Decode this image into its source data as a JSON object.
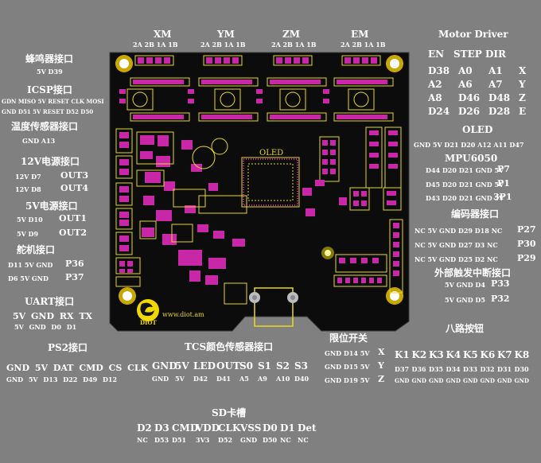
{
  "board": {
    "motor_headers": [
      "XM",
      "YM",
      "ZM",
      "EM"
    ],
    "motor_pins": "2A 2B 1A 1B",
    "oled_label": "OLED",
    "logo_text": "DIOT",
    "url": "www.diot.am",
    "colors": {
      "pcb": "#0c0c0c",
      "silk": "#e8d820",
      "pad": "#c828a8",
      "background": "#808080"
    }
  },
  "left": {
    "buzzer": {
      "title": "蜂鸣器接口",
      "pins": "5V D39"
    },
    "icsp": {
      "title": "ICSP接口",
      "top": "GDN MISO 5V RESET CLK MOSI",
      "bottom": "GND D51 5V RESET D52 D50"
    },
    "temp": {
      "title": "温度传感器接口",
      "pins": "GND  A13"
    },
    "v12": {
      "title": "12V电源接口",
      "row1_pins": "12V  D7",
      "row1_out": "OUT3",
      "row2_pins": "12V  D8",
      "row2_out": "OUT4"
    },
    "v5": {
      "title": "5V电源接口",
      "row1_pins": "5V D10",
      "row1_out": "OUT1",
      "row2_pins": "5V  D9",
      "row2_out": "OUT2"
    },
    "servo": {
      "title": "舵机接口",
      "row1_pins": "D11 5V GND",
      "row1_port": "P36",
      "row2_pins": "D6  5V GND",
      "row2_port": "P37"
    },
    "uart": {
      "title": "UART接口",
      "labels": "5V GND RX TX",
      "pins": "5V GND D0 D1"
    },
    "ps2": {
      "title": "PS2接口",
      "labels": "GND 5V DAT CMD CS CLK",
      "pins": "GND 5V D13  D22 D49 D12"
    }
  },
  "right": {
    "motor_driver": {
      "title": "Motor Driver",
      "columns": [
        "EN",
        "STEP",
        "DIR"
      ],
      "rows": [
        [
          "D38",
          "A0",
          "A1",
          "X"
        ],
        [
          "A2",
          "A6",
          "A7",
          "Y"
        ],
        [
          "A8",
          "D46",
          "D48",
          "Z"
        ],
        [
          "D24",
          "D26",
          "D28",
          "E"
        ]
      ]
    },
    "oled": {
      "title": "OLED",
      "pins": "GND 5V D21 D20 A12 A11 D47"
    },
    "mpu": {
      "title": "MPU6050",
      "rows": [
        {
          "pins": "D44 D20 D21 GND 5V",
          "port": "P7"
        },
        {
          "pins": "D45 D20 D21 GND 5V",
          "port": "P1"
        },
        {
          "pins": "D43 D20 D21 GND 5V",
          "port": "3P1"
        }
      ]
    },
    "encoder": {
      "title": "编码器接口",
      "rows": [
        {
          "pins": "NC 5V GND D29 D18 NC",
          "port": "P27"
        },
        {
          "pins": "NC 5V GND D27 D3  NC",
          "port": "P30"
        },
        {
          "pins": "NC 5V GND D25 D2  NC",
          "port": "P29"
        }
      ]
    },
    "interrupt": {
      "title": "外部触发中断接口",
      "rows": [
        {
          "pins": "5V GND D4",
          "port": "P33"
        },
        {
          "pins": "5V GND D5",
          "port": "P32"
        }
      ]
    },
    "buttons": {
      "title": "八路按钮",
      "keys": [
        "K1",
        "K2",
        "K3",
        "K4",
        "K5",
        "K6",
        "K7",
        "K8"
      ],
      "pins": [
        "D37",
        "D36",
        "D35",
        "D34",
        "D33",
        "D32",
        "D31",
        "D30"
      ],
      "gnd": [
        "GND",
        "GND",
        "GND",
        "GND",
        "GND",
        "GND",
        "GND",
        "GND"
      ]
    }
  },
  "bottom": {
    "tcs": {
      "title": "TCS颜色传感器接口",
      "labels": [
        "GND",
        "5V",
        "LED",
        "OUT",
        "S0",
        "S1",
        "S2",
        "S3"
      ],
      "pins": [
        "GND",
        "5V",
        "D42",
        "D41",
        "A5",
        "A9",
        "A10",
        "D40"
      ]
    },
    "limit": {
      "title": "限位开关",
      "rows": [
        {
          "pins": "GND D14 5V",
          "axis": "X"
        },
        {
          "pins": "GND D15 5V",
          "axis": "Y"
        },
        {
          "pins": "GND D19 5V",
          "axis": "Z"
        }
      ]
    },
    "sd": {
      "title": "SD卡槽",
      "labels": [
        "D2",
        "D3",
        "CMD",
        "VDD",
        "CLK",
        "VSS",
        "D0",
        "D1",
        "Det"
      ],
      "pins": [
        "NC",
        "D53",
        "D51",
        "3V3",
        "D52",
        "GND",
        "D50",
        "NC",
        "NC"
      ]
    }
  }
}
